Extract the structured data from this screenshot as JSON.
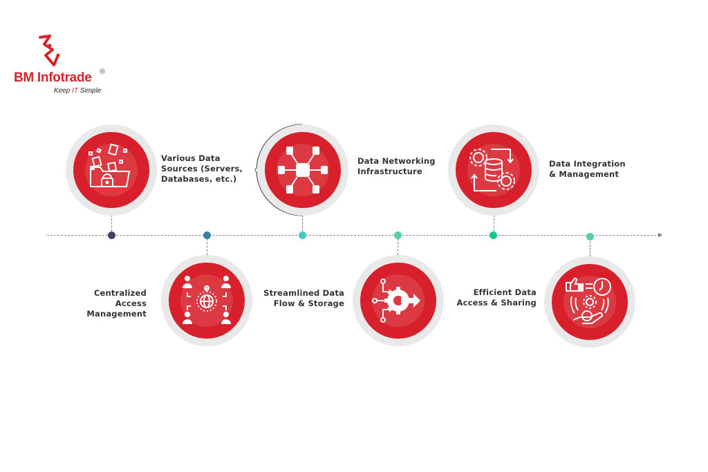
{
  "brand": {
    "name": "BM Infotrade",
    "registered_mark": "®",
    "tagline_prefix": "Keep ",
    "tagline_highlight": "IT",
    "tagline_suffix": " Simple",
    "primary_color": "#d9222a"
  },
  "diagram": {
    "type": "horizontal-timeline",
    "line_color": "#8a8a8a",
    "circle_colors": {
      "ring": "#e9e9e9",
      "outer_red": "#d7202b",
      "inner_red": "#db3a43"
    },
    "steps": [
      {
        "position": "top",
        "label_line1": "Various Data",
        "label_line2": "Sources (Servers,",
        "label_line3": "Databases, etc.)",
        "icon": "folder-unlock-icon",
        "dot_color": "#433f6a"
      },
      {
        "position": "bottom",
        "label_line1": "Centralized Access",
        "label_line2": "Management",
        "icon": "global-users-icon",
        "dot_color": "#3a7fa3"
      },
      {
        "position": "top",
        "label_line1": "Data Networking",
        "label_line2": "Infrastructure",
        "icon": "database-network-icon",
        "dot_color": "#45c9c9"
      },
      {
        "position": "bottom",
        "label_line1": "Streamlined Data",
        "label_line2": "Flow & Storage",
        "icon": "gear-flow-icon",
        "dot_color": "#55cfa4"
      },
      {
        "position": "top",
        "label_line1": "Data Integration",
        "label_line2": "& Management",
        "icon": "database-gears-icon",
        "dot_color": "#12c98a"
      },
      {
        "position": "bottom",
        "label_line1": "Efficient Data",
        "label_line2": "Access & Sharing",
        "icon": "sharing-hand-icon",
        "dot_color": "#58d0a5"
      }
    ]
  }
}
